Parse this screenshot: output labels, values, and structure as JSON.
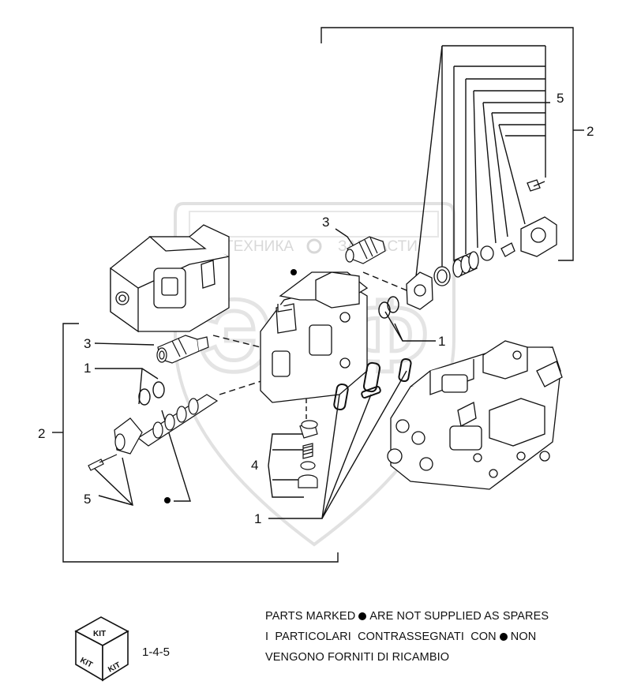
{
  "watermark": {
    "left_text": "ТЕХНИКА",
    "right_text": "ЗАПЧАСТИ",
    "logo_text": "ЭЛФ"
  },
  "callouts": {
    "top_2": "2",
    "top_5": "5",
    "left_2": "2",
    "mid_3_top": "3",
    "mid_3_left": "3",
    "left_1": "1",
    "right_1": "1",
    "bottom_1": "1",
    "left_5": "5",
    "left_4": "4"
  },
  "notes": {
    "line1_before": "PARTS MARKED",
    "line1_after": "ARE NOT SUPPLIED AS SPARES",
    "line2_before": "I  PARTICOLARI  CONTRASSEGNATI  CON",
    "line2_after": "NON",
    "line3": "VENGONO FORNITI DI RICAMBIO"
  },
  "kit": {
    "top_label": "KIT",
    "left_label": "KIT",
    "right_label": "KIT",
    "code": "1-4-5"
  }
}
